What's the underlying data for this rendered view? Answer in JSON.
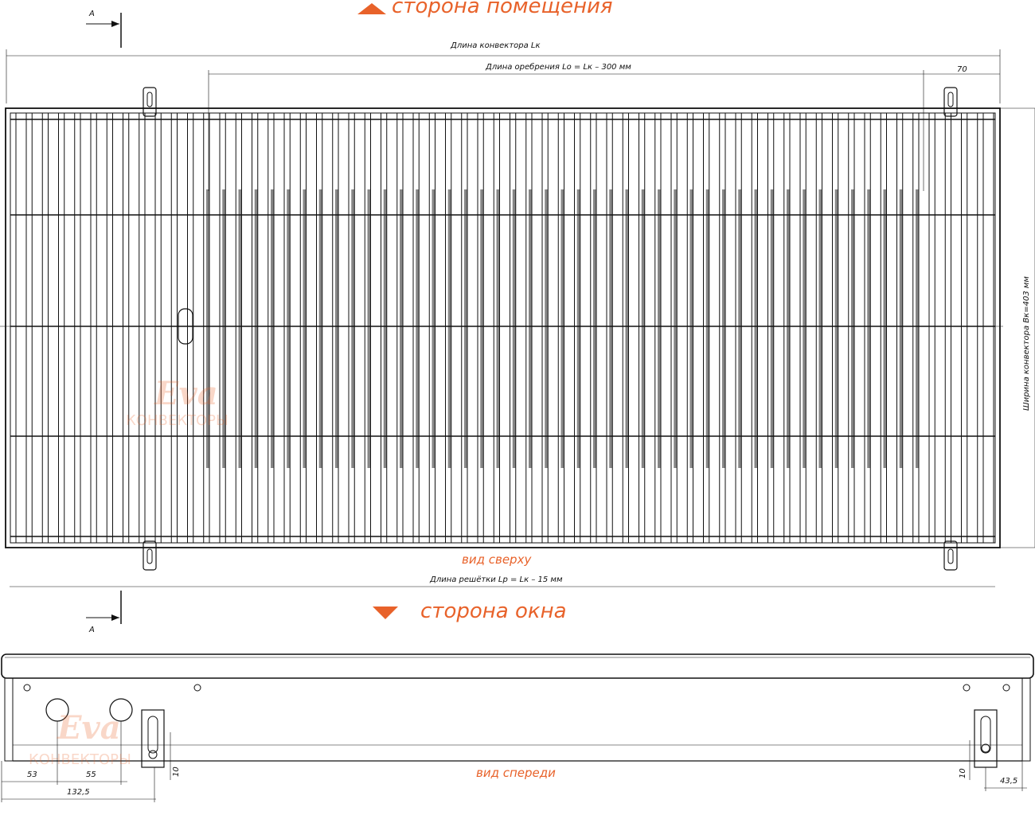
{
  "labels": {
    "room_side": "сторона помещения",
    "window_side": "сторона окна",
    "top_view": "вид сверху",
    "front_view": "вид спереди"
  },
  "dimensions": {
    "convector_length": "Длина конвектора Lк",
    "fin_length": "Длина оребрения Lo = Lк – 300 мм",
    "grille_length": "Длина решётки Lр = Lк – 15 мм",
    "convector_width": "Ширина конвектора Bк=403 мм",
    "d70": "70",
    "d53": "53",
    "d55": "55",
    "d132": "132,5",
    "d10_left": "10",
    "d10_right": "10",
    "d43": "43,5"
  },
  "section_marks": {
    "top": "А",
    "bottom": "А"
  },
  "watermark": {
    "brand": "Eva",
    "sub": "КОНВЕКТОРЫ"
  },
  "colors": {
    "accent": "#e8622a",
    "ink": "#111111"
  }
}
